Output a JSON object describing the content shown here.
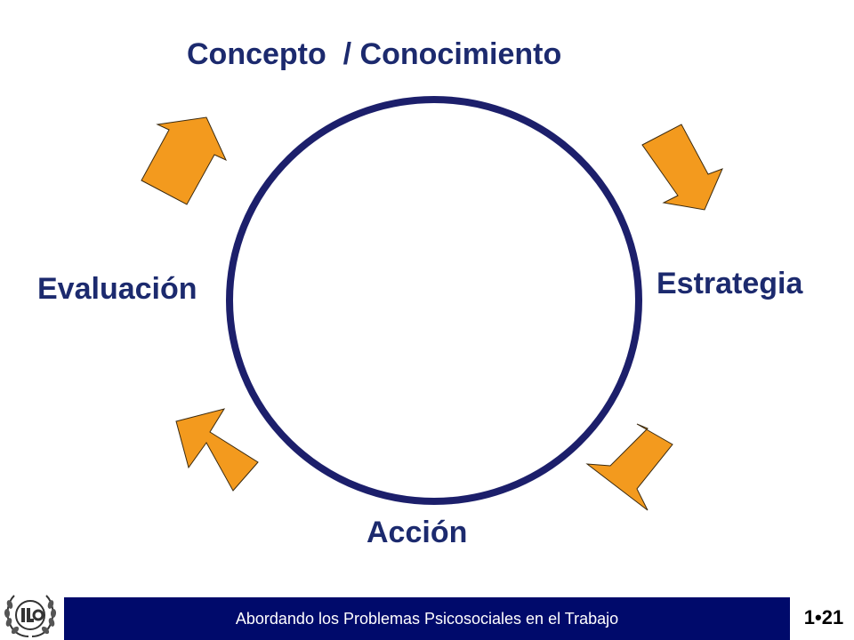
{
  "diagram": {
    "labels": {
      "top": "Concepto  / Conocimiento",
      "right": "Estrategia",
      "bottom": "Acción",
      "left": "Evaluación"
    },
    "colors": {
      "circle": "#1c1f6b",
      "arrow_fill": "#f39a1e",
      "arrow_stroke": "#3a2a10",
      "label_text": "#1c2a6e"
    },
    "arrows": [
      "arrow-top-right-icon",
      "arrow-bottom-right-icon",
      "arrow-bottom-left-icon",
      "arrow-top-left-icon"
    ]
  },
  "footer": {
    "title": "Abordando los Problemas Psicosociales en el Trabajo",
    "page": "1•21",
    "bar_color": "#000a6b",
    "logo_icon": "ilo-logo-icon"
  }
}
